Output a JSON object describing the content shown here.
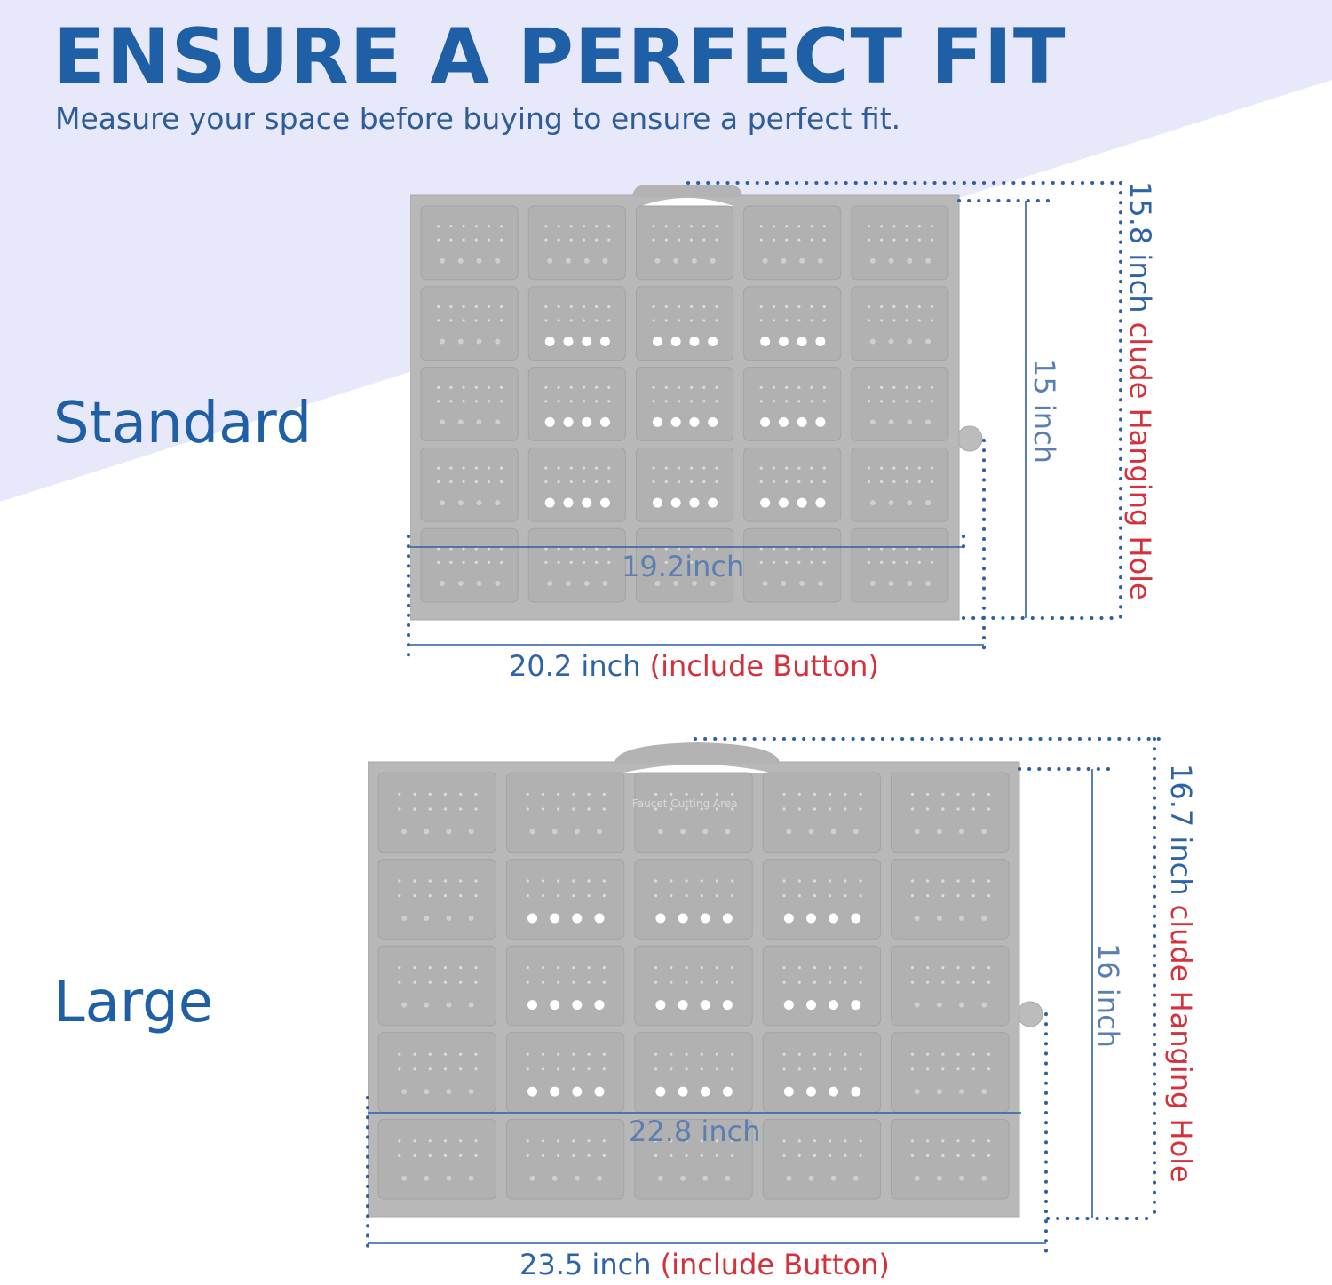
{
  "header": {
    "title": "ENSURE A PERFECT FIT",
    "subtitle": "Measure your space before buying to ensure a perfect fit."
  },
  "colors": {
    "brand_blue": "#1f5fa6",
    "accent_red": "#d6303a",
    "mat_gray": "#b8b8b8",
    "band_lavender": "#e7e9fb"
  },
  "standard": {
    "label": "Standard",
    "inner_width": "19.2inch",
    "outer_width_value": "20.2 inch",
    "outer_width_note": "(include Button)",
    "inner_height": "15 inch",
    "outer_height_value": "15.8 inch",
    "outer_height_note": "clude Hanging Hole"
  },
  "large": {
    "label": "Large",
    "inner_width": "22.8 inch",
    "outer_width_value": "23.5 inch",
    "outer_width_note": "(include Button)",
    "inner_height": "16 inch",
    "outer_height_value": "16.7 inch",
    "outer_height_note": "clude Hanging Hole",
    "center_panel_text": "Faucet Cutting Area"
  }
}
